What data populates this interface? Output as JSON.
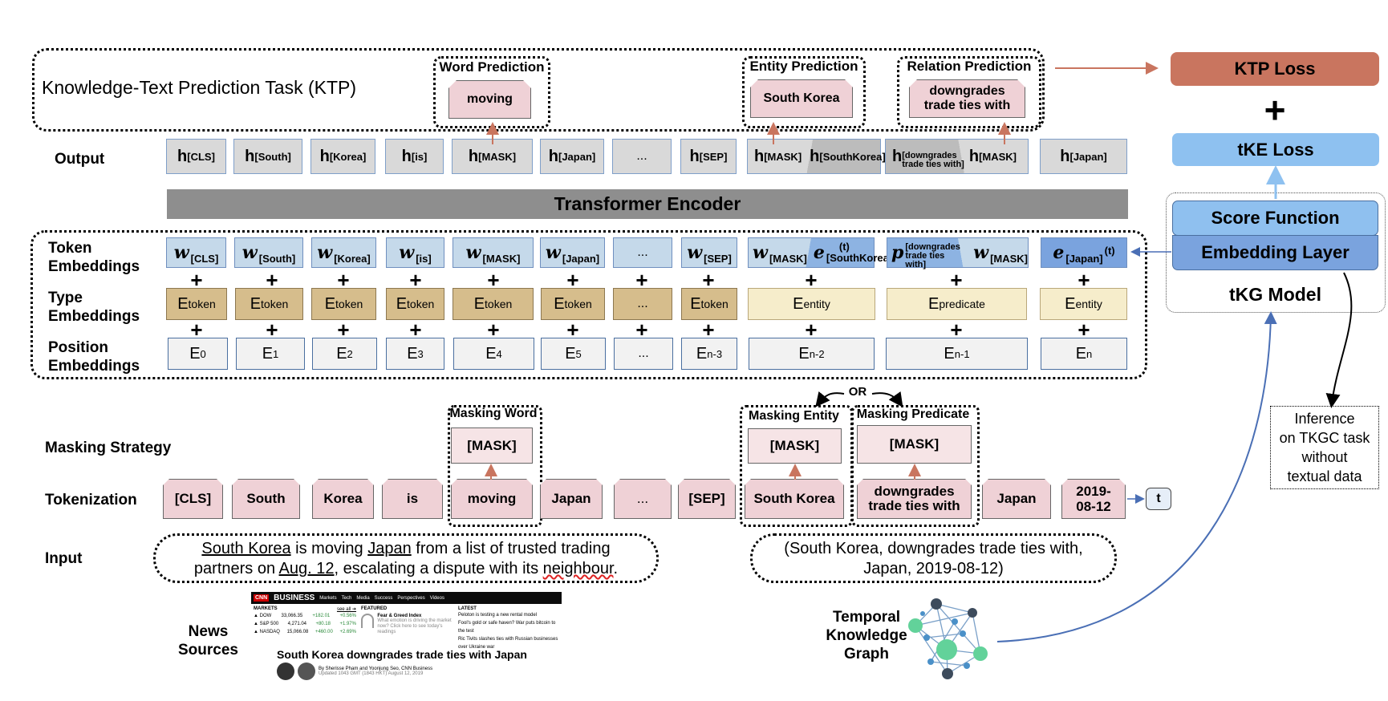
{
  "ktp": {
    "title": "Knowledge-Text Prediction Task (KTP)",
    "word_prediction": "Word Prediction",
    "word_value": "moving",
    "entity_prediction": "Entity Prediction",
    "entity_value": "South Korea",
    "relation_prediction": "Relation Prediction",
    "relation_value_1": "downgrades",
    "relation_value_2": "trade ties with"
  },
  "losses": {
    "ktp_loss": "KTP Loss",
    "plus": "+",
    "tke_loss": "tKE Loss"
  },
  "tkg_model": {
    "score_function": "Score Function",
    "embedding_layer": "Embedding Layer",
    "title": "tKG Model"
  },
  "inference": {
    "line1": "Inference",
    "line2": "on TKGC task",
    "line3": "without",
    "line4": "textual data"
  },
  "rows": {
    "output": "Output",
    "encoder": "Transformer Encoder",
    "token_embeddings_1": "Token",
    "token_embeddings_2": "Embeddings",
    "type_embeddings_1": "Type",
    "type_embeddings_2": "Embeddings",
    "position_embeddings_1": "Position",
    "position_embeddings_2": "Embeddings",
    "masking_strategy": "Masking Strategy",
    "tokenization": "Tokenization",
    "input": "Input",
    "news_sources_1": "News",
    "news_sources_2": "Sources",
    "tkg_1": "Temporal",
    "tkg_2": "Knowledge",
    "tkg_3": "Graph"
  },
  "output_tokens": {
    "h": "h",
    "cls": "[CLS]",
    "south": "[South]",
    "korea": "[Korea]",
    "is": "[is]",
    "mask": "[MASK]",
    "japan": "[Japan]",
    "dots": "...",
    "sep": "[SEP]",
    "southkorea": "[SouthKorea]",
    "downgrades": "[downgrades",
    "trade_ties_with": "trade ties with]"
  },
  "token_emb": {
    "w": "w",
    "e": "e",
    "p": "p",
    "t": "(t)",
    "cls": "[CLS]",
    "south": "[South]",
    "korea": "[Korea]",
    "is": "[is]",
    "mask": "[MASK]",
    "japan": "[Japan]",
    "dots": "...",
    "sep": "[SEP]",
    "southkorea": "[SouthKorea]",
    "downgrades": "[downgrades",
    "trade_ties_with": "trade ties with]"
  },
  "type_emb": {
    "E": "E",
    "token": "token",
    "entity": "entity",
    "predicate": "predicate",
    "dots": "..."
  },
  "pos_emb": {
    "E": "E",
    "s0": "0",
    "s1": "1",
    "s2": "2",
    "s3": "3",
    "s4": "4",
    "s5": "5",
    "dots": "...",
    "sn3": "n-3",
    "sn2": "n-2",
    "sn1": "n-1",
    "sn": "n"
  },
  "plus": "+",
  "masking": {
    "word": "Masking Word",
    "entity": "Masking Entity",
    "predicate": "Masking Predicate",
    "or": "OR",
    "mask": "[MASK]"
  },
  "tokenization": {
    "cls": "[CLS]",
    "south": "South",
    "korea": "Korea",
    "is": "is",
    "moving": "moving",
    "japan": "Japan",
    "dots": "...",
    "sep": "[SEP]",
    "south_korea": "South Korea",
    "pred_1": "downgrades",
    "pred_2": "trade ties with",
    "japan2": "Japan",
    "date_1": "2019-",
    "date_2": "08-12",
    "t": "t"
  },
  "input": {
    "text_a1": "South Korea",
    "text_a2": " is moving ",
    "text_a3": "Japan",
    "text_a4": " from a list of trusted trading",
    "text_b1": "partners on ",
    "text_b2": "Aug. 12",
    "text_b3": ", escalating a dispute with its ",
    "text_b4": "neighbour",
    "text_b5": ".",
    "quad_1": "(South Korea, downgrades trade ties with,",
    "quad_2": "Japan, 2019-08-12)"
  },
  "news": {
    "brand": "CNN",
    "business": "BUSINESS",
    "nav": [
      "Markets",
      "Tech",
      "Media",
      "Success",
      "Perspectives",
      "Videos"
    ],
    "markets": "MARKETS",
    "see_all": "see all ➔",
    "featured": "FEATURED",
    "latest": "LATEST",
    "rows": [
      {
        "name": "▲ DOW",
        "v1": "33,066.35",
        "v2": "+182.01",
        "v3": "+0.56%"
      },
      {
        "name": "▲ S&P 500",
        "v1": "4,271.04",
        "v2": "+80.18",
        "v3": "+1.97%"
      },
      {
        "name": "▲ NASDAQ",
        "v1": "15,066.08",
        "v2": "+460.00",
        "v3": "+2.69%"
      }
    ],
    "fear_title": "Fear & Greed Index",
    "fear_text": "What emotion is driving the market now? Click here to see today's readings",
    "latest_1": "Peloton is testing a new rental model",
    "latest_2": "Fool's gold or safe haven? War puts bitcoin to the test",
    "latest_3": "Ric Tivits slashes ties with Russian businesses over Ukraine war",
    "headline": "South Korea downgrades trade ties with Japan",
    "byline": "By Sherisse Pham and Yoonjung Seo, CNN Business",
    "updated": "Updated 1043 GMT (1843 HKT) August 12, 2019"
  },
  "colors": {
    "ktp_loss": "#c9755f",
    "tke_loss": "#8ec1f0",
    "score": "#8fc0ef",
    "embed": "#7aa3de",
    "arrow_red": "#c9755f",
    "arrow_blue": "#4a6fb5",
    "graph_green": "#62d29a",
    "graph_blue": "#4a90c8",
    "graph_dark": "#3d4b5c"
  }
}
